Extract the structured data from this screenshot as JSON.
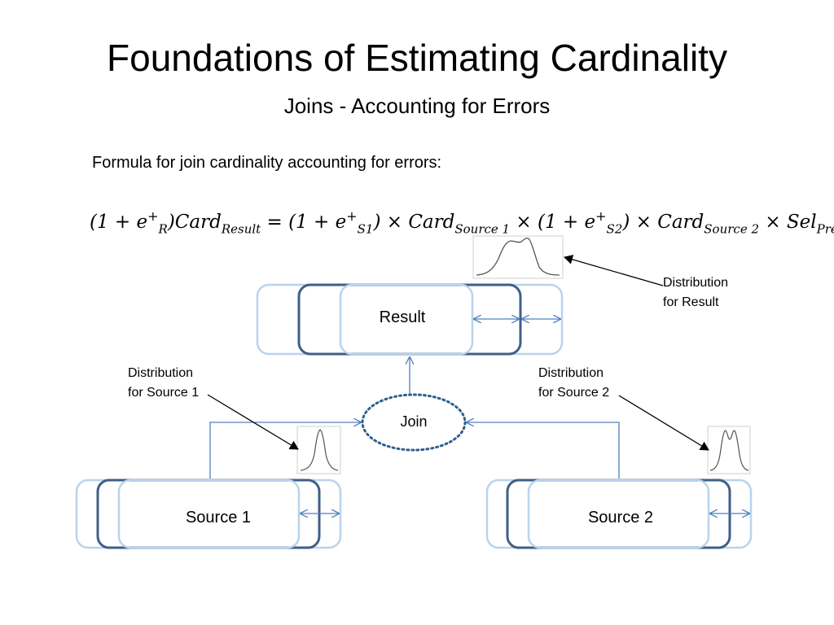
{
  "slide": {
    "title": "Foundations of Estimating Cardinality",
    "subtitle": "Joins - Accounting for Errors",
    "intro": "Formula for join cardinality accounting for errors:"
  },
  "formula": {
    "lhs_open": "(1 + e",
    "lhs_sup": "+",
    "lhs_sub": "R",
    "lhs_card": ")Card",
    "lhs_card_sub": "Result",
    "eq": " = ",
    "s1_open": "(1 + e",
    "s1_sup": "+",
    "s1_sub": "S1",
    "s1_card": ") × Card",
    "s1_card_sub": "Source 1",
    "times": " × ",
    "s2_open": "(1 + e",
    "s2_sup": "+",
    "s2_sub": "S2",
    "s2_card": ") × Card",
    "s2_card_sub": "Source 2",
    "sel": " × Sel",
    "sel_sub": "Pred"
  },
  "diagram": {
    "result_label": "Result",
    "join_label": "Join",
    "source1_label": "Source 1",
    "source2_label": "Source 2",
    "dist_result_line1": "Distribution",
    "dist_result_line2": "for Result",
    "dist_s1_line1": "Distribution",
    "dist_s1_line2": "for Source 1",
    "dist_s2_line1": "Distribution",
    "dist_s2_line2": "for Source 2",
    "colors": {
      "dark_box": "#3f5f87",
      "light_box": "#b9d3ee",
      "arrow_blue": "#4f81bd",
      "join_dots": "#2e5f8f"
    }
  }
}
